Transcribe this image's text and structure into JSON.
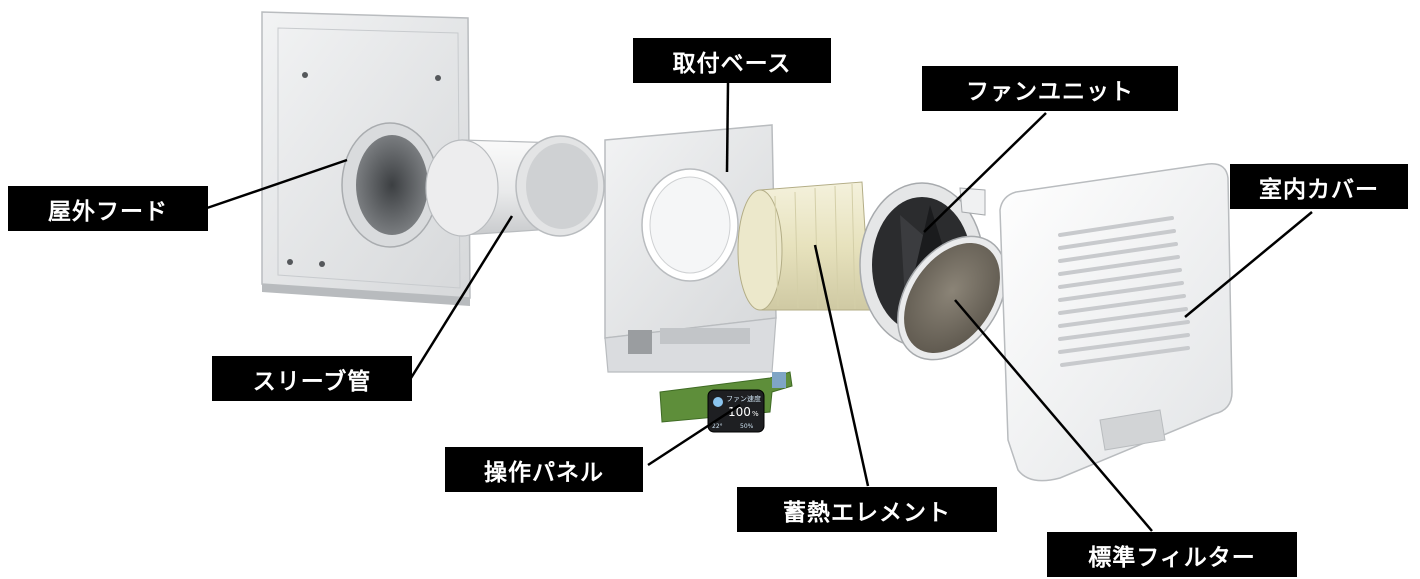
{
  "labels": {
    "outdoor_hood": "屋外フード",
    "sleeve_pipe": "スリーブ管",
    "mount_base": "取付ベース",
    "control_panel": "操作パネル",
    "heat_element": "蓄熱エレメント",
    "fan_unit": "ファンユニット",
    "indoor_cover": "室内カバー",
    "standard_filter": "標準フィルター"
  },
  "panel_display": {
    "mode": "ファン速度",
    "value": "100",
    "unit": "%",
    "temp": "22°",
    "humidity": "50%"
  }
}
